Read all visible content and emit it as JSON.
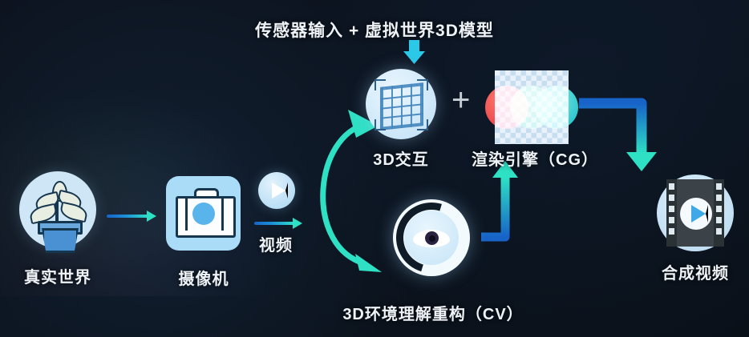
{
  "diagram": {
    "title_text": "传感器输入 + 虚拟世界3D模型",
    "background_color": "#0d1420",
    "accent_cyan": "#2ee0c4",
    "accent_blue": "#1763c8",
    "icon_light_blue": "#aadcf7"
  },
  "nodes": [
    {
      "id": "real-world",
      "label": "真实世界",
      "icon": "potted-plant-icon"
    },
    {
      "id": "camera",
      "label": "摄像机",
      "icon": "camera-icon"
    },
    {
      "id": "video",
      "label": "视频",
      "icon": "play-circle-icon"
    },
    {
      "id": "interaction",
      "label": "3D交互",
      "icon": "3d-grid-icon"
    },
    {
      "id": "render",
      "label": "渲染引擎（CG）",
      "icon": "rgb-spheres-icon"
    },
    {
      "id": "cv",
      "label": "3D环境理解重构（CV）",
      "icon": "eye-icon"
    },
    {
      "id": "output",
      "label": "合成视频",
      "icon": "film-play-icon"
    }
  ],
  "symbols": {
    "plus": "+"
  },
  "arrows": [
    {
      "id": "arrow-real-to-camera",
      "from": "real-world",
      "to": "camera",
      "style": "straight-thin"
    },
    {
      "id": "arrow-video-to-flow",
      "from": "video",
      "to": "cv",
      "style": "straight-thin"
    },
    {
      "id": "arrow-loop-cv-3d",
      "from": "cv",
      "to": "interaction",
      "style": "curved-double-headed"
    },
    {
      "id": "arrow-cv-to-render",
      "from": "cv",
      "to": "render",
      "style": "elbow-up"
    },
    {
      "id": "arrow-render-to-output",
      "from": "render",
      "to": "output",
      "style": "elbow-down"
    },
    {
      "id": "arrow-input-down",
      "from": "title",
      "to": "interaction",
      "style": "down"
    }
  ]
}
